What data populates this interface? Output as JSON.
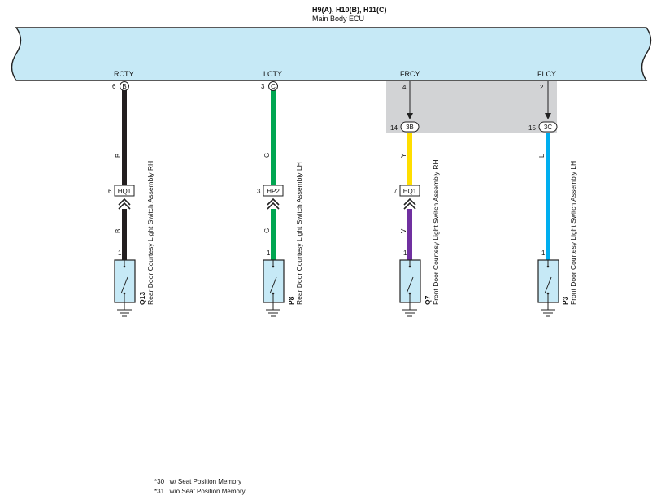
{
  "ecu": {
    "connectors_title": "H9(A), H10(B), H11(C)",
    "name": "Main Body ECU"
  },
  "circuits": [
    {
      "terminal": "RCTY",
      "ecu_pin": "6",
      "ecu_conn": "B",
      "wire_upper": "B",
      "wire_lower": "B",
      "junction_pin": "6",
      "junction": "HQ1",
      "switch_pin": "1",
      "switch_id": "Q13",
      "switch_name": "Rear Door Courtesy Light Switch Assembly RH",
      "upper_color": "#231f20",
      "lower_color": "#231f20"
    },
    {
      "terminal": "LCTY",
      "ecu_pin": "3",
      "ecu_conn": "C",
      "wire_upper": "G",
      "wire_lower": "G",
      "junction_pin": "3",
      "junction": "HP2",
      "switch_pin": "1",
      "switch_id": "P8",
      "switch_name": "Rear Door Courtesy Light Switch Assembly LH",
      "upper_color": "#00a651",
      "lower_color": "#00a651"
    },
    {
      "terminal": "FRCY",
      "ecu_pin": "4",
      "ecu_conn": "",
      "shade_pin": "14",
      "shade_conn": "3B",
      "wire_upper": "Y",
      "wire_lower": "V",
      "junction_pin": "7",
      "junction": "HQ1",
      "switch_pin": "1",
      "switch_id": "Q7",
      "switch_name": "Front Door Courtesy Light Switch Assembly RH",
      "upper_color": "#ffde00",
      "lower_color": "#7030a0"
    },
    {
      "terminal": "FLCY",
      "ecu_pin": "2",
      "ecu_conn": "",
      "shade_pin": "15",
      "shade_conn": "3C",
      "wire_upper": "L",
      "wire_lower": "L",
      "switch_pin": "1",
      "switch_id": "P3",
      "switch_name": "Front Door Courtesy Light Switch Assembly LH",
      "upper_color": "#00aeef",
      "lower_color": "#00aeef"
    }
  ],
  "notes": [
    "*30 : w/ Seat Position Memory",
    "*31 : w/o Seat Position Memory"
  ],
  "colors": {
    "ecu_fill": "#c6e9f6",
    "shade_fill": "#d2d3d5"
  }
}
